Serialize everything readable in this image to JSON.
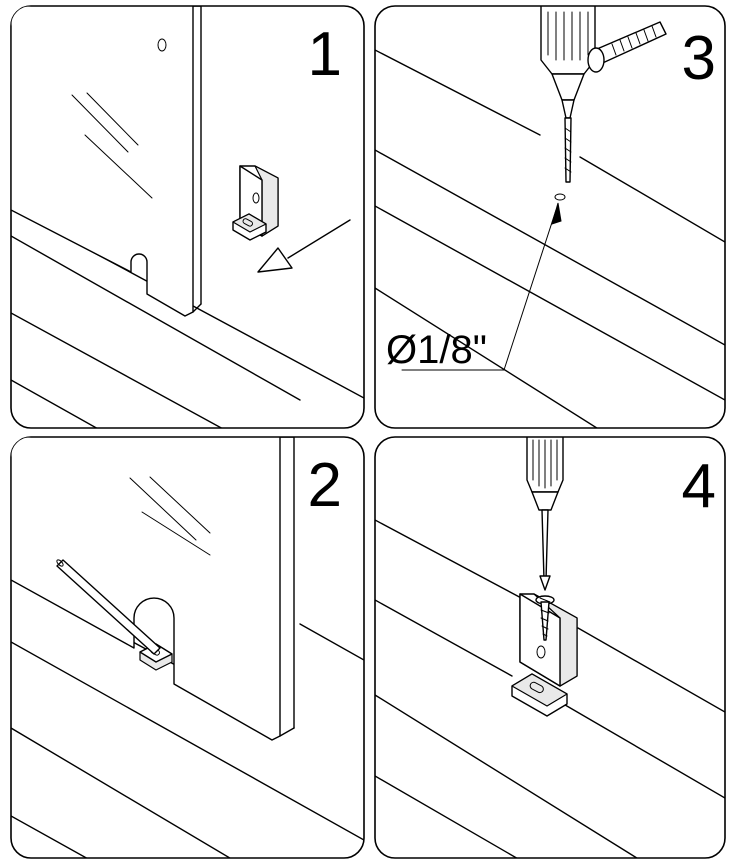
{
  "steps": [
    {
      "number": "1"
    },
    {
      "number": "2"
    },
    {
      "number": "3",
      "dimension_label": "Ø1/8\""
    },
    {
      "number": "4"
    }
  ]
}
